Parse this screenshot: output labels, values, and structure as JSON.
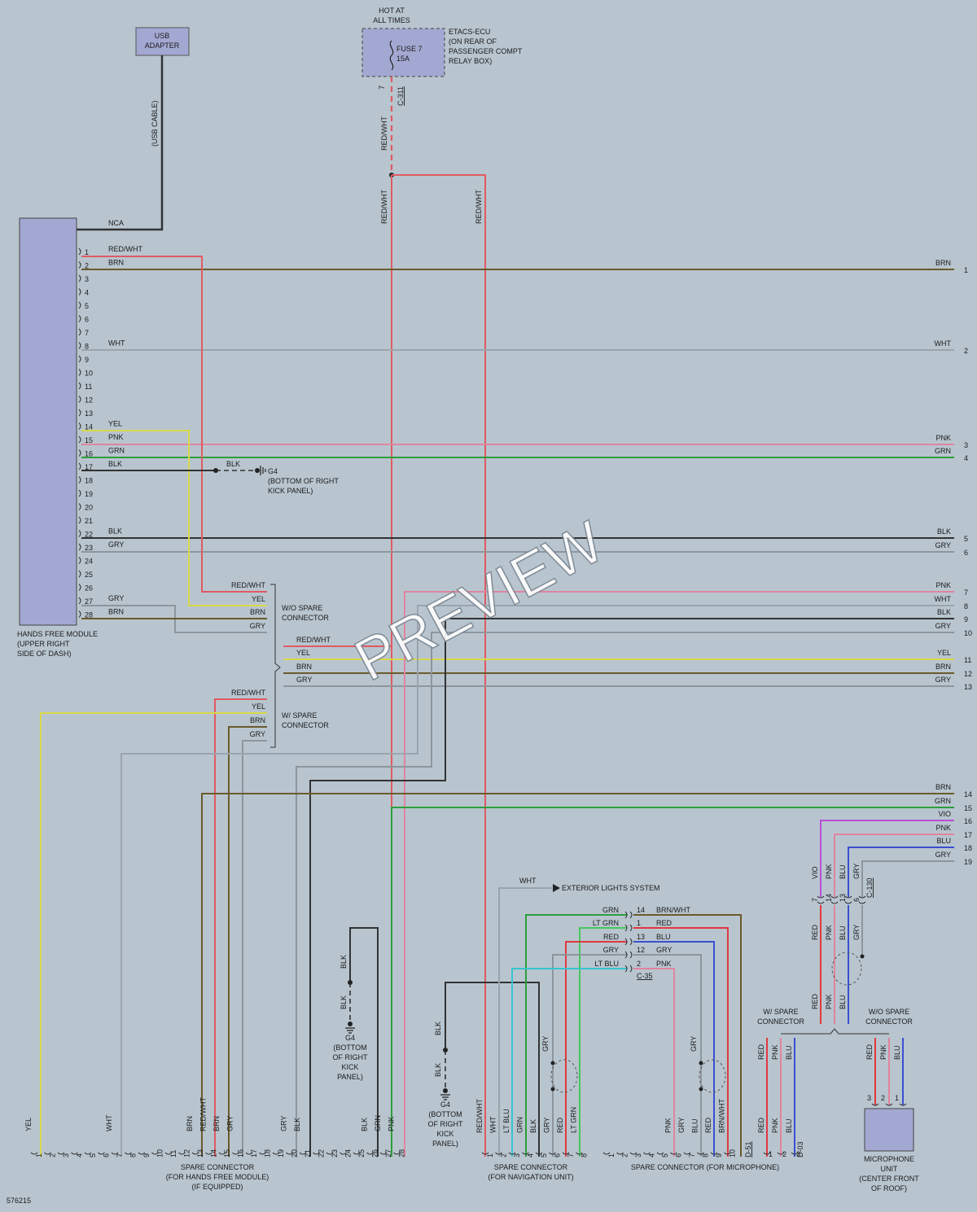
{
  "colors": {
    "background": "#b8c5cf",
    "module_fill": "#a3a8d2",
    "RED/WHT": "#e05a62",
    "BRN": "#6b5a2c",
    "WHT": "#9aa4ad",
    "YEL": "#d9d84a",
    "PNK": "#e0849e",
    "GRN": "#2e9e3c",
    "BLK": "#333333",
    "GRY": "#8e959c",
    "VIO": "#b84fd6",
    "BLU": "#3a4fd0",
    "LT GRN": "#45c85a",
    "LT BLU": "#36c4cf",
    "RED": "#e0383e"
  },
  "top": {
    "usb_adapter": [
      "USB",
      "ADAPTER"
    ],
    "usb_cable": "(USB CABLE)",
    "nca": "NCA",
    "hot_at": [
      "HOT AT",
      "ALL TIMES"
    ],
    "fuse": [
      "FUSE 7",
      "15A"
    ],
    "etacs": [
      "ETACS-ECU",
      "(ON REAR OF",
      "PASSENGER COMPT",
      "RELAY BOX)"
    ],
    "c311_pin": "7",
    "c311": "C-311",
    "redwht": "RED/WHT"
  },
  "module": {
    "title": [
      "HANDS FREE MODULE",
      "(UPPER RIGHT",
      "SIDE OF DASH)"
    ],
    "pins": [
      "1",
      "2",
      "3",
      "4",
      "5",
      "6",
      "7",
      "8",
      "9",
      "10",
      "11",
      "12",
      "13",
      "14",
      "15",
      "16",
      "17",
      "18",
      "19",
      "20",
      "21",
      "22",
      "23",
      "24",
      "25",
      "26",
      "27",
      "28"
    ],
    "wire_labels": [
      {
        "pin": "1",
        "color": "RED/WHT"
      },
      {
        "pin": "2",
        "color": "BRN"
      },
      {
        "pin": "8",
        "color": "WHT"
      },
      {
        "pin": "14",
        "color": "YEL"
      },
      {
        "pin": "15",
        "color": "PNK"
      },
      {
        "pin": "16",
        "color": "GRN"
      },
      {
        "pin": "17",
        "color": "BLK"
      },
      {
        "pin": "22",
        "color": "BLK"
      },
      {
        "pin": "23",
        "color": "GRY"
      },
      {
        "pin": "27",
        "color": "GRY"
      },
      {
        "pin": "28",
        "color": "BRN"
      }
    ]
  },
  "ground_top": {
    "wire": "BLK",
    "name": "G4",
    "desc": [
      "(BOTTOM OF RIGHT",
      "KICK PANEL)"
    ]
  },
  "wo_spare_group": {
    "wires": [
      "RED/WHT",
      "YEL",
      "BRN",
      "GRY"
    ],
    "label": [
      "W/O SPARE",
      "CONNECTOR"
    ]
  },
  "w_spare_group": {
    "wires": [
      "RED/WHT",
      "YEL",
      "BRN",
      "GRY"
    ],
    "label": [
      "W/ SPARE",
      "CONNECTOR"
    ]
  },
  "mid_wires": [
    "RED/WHT",
    "YEL",
    "BRN",
    "GRY"
  ],
  "right_edge": [
    {
      "num": "1",
      "color": "BRN"
    },
    {
      "num": "2",
      "color": "WHT"
    },
    {
      "num": "3",
      "color": "PNK"
    },
    {
      "num": "4",
      "color": "GRN"
    },
    {
      "num": "5",
      "color": "BLK"
    },
    {
      "num": "6",
      "color": "GRY"
    },
    {
      "num": "7",
      "color": "PNK"
    },
    {
      "num": "8",
      "color": "WHT"
    },
    {
      "num": "9",
      "color": "BLK"
    },
    {
      "num": "10",
      "color": "GRY"
    },
    {
      "num": "11",
      "color": "YEL"
    },
    {
      "num": "12",
      "color": "BRN"
    },
    {
      "num": "13",
      "color": "GRY"
    },
    {
      "num": "14",
      "color": "BRN"
    },
    {
      "num": "15",
      "color": "GRN"
    },
    {
      "num": "16",
      "color": "VIO"
    },
    {
      "num": "17",
      "color": "PNK"
    },
    {
      "num": "18",
      "color": "BLU"
    },
    {
      "num": "19",
      "color": "GRY"
    }
  ],
  "exterior_lights": {
    "wire": "WHT",
    "label": "EXTERIOR LIGHTS SYSTEM"
  },
  "c35": {
    "name": "C-35",
    "rows": [
      {
        "left": "GRN",
        "pin": "14",
        "right": "BRN/WHT"
      },
      {
        "left": "LT GRN",
        "pin": "1",
        "right": "RED"
      },
      {
        "left": "RED",
        "pin": "13",
        "right": "BLU"
      },
      {
        "left": "GRY",
        "pin": "12",
        "right": "GRY"
      },
      {
        "left": "LT BLU",
        "pin": "2",
        "right": "PNK"
      }
    ]
  },
  "c130": {
    "name": "C-130",
    "cols": [
      {
        "top": "VIO",
        "pin": "7",
        "bottom": "RED"
      },
      {
        "top": "PNK",
        "pin": "14",
        "bottom": "PNK"
      },
      {
        "top": "BLU",
        "pin": "13",
        "bottom": "BLU"
      },
      {
        "top": "GRY",
        "pin": "6",
        "bottom": "GRY"
      }
    ],
    "lower": [
      "RED",
      "PNK",
      "BLU"
    ]
  },
  "mic_branch": {
    "w_spare": [
      "W/ SPARE",
      "CONNECTOR"
    ],
    "wo_spare": [
      "W/O SPARE",
      "CONNECTOR"
    ],
    "wires": [
      "RED",
      "PNK",
      "BLU"
    ],
    "pins": [
      "3",
      "2",
      "1"
    ]
  },
  "microphone": {
    "title": [
      "MICROPHONE",
      "UNIT",
      "(CENTER FRONT",
      "OF ROOF)"
    ]
  },
  "ground_mid": {
    "wire": "BLK",
    "name": "G4",
    "desc": [
      "(BOTTOM",
      "OF RIGHT",
      "KICK",
      "PANEL)"
    ]
  },
  "ground_nav": {
    "wire": "BLK",
    "name": "G4",
    "desc": [
      "(BOTTOM",
      "OF RIGHT",
      "KICK",
      "PANEL)"
    ]
  },
  "spare_hfm": {
    "title": [
      "SPARE CONNECTOR",
      "(FOR HANDS FREE MODULE)",
      "(IF EQUIPPED)"
    ],
    "pins": [
      "1",
      "2",
      "3",
      "4",
      "5",
      "6",
      "7",
      "8",
      "9",
      "10",
      "11",
      "12",
      "13",
      "14",
      "15",
      "16",
      "17",
      "18",
      "19",
      "20",
      "21",
      "22",
      "23",
      "24",
      "25",
      "26",
      "27",
      "28"
    ],
    "wire_labels": [
      {
        "pin": "1",
        "color": "YEL"
      },
      {
        "pin": "7",
        "color": "WHT"
      },
      {
        "pin": "13",
        "color": "BRN"
      },
      {
        "pin": "14",
        "color": "RED/WHT"
      },
      {
        "pin": "15",
        "color": "BRN"
      },
      {
        "pin": "16",
        "color": "GRY"
      },
      {
        "pin": "20",
        "color": "GRY"
      },
      {
        "pin": "21",
        "color": "BLK"
      },
      {
        "pin": "26",
        "color": "BLK"
      },
      {
        "pin": "27",
        "color": "GRN"
      },
      {
        "pin": "28",
        "color": "PNK"
      }
    ]
  },
  "spare_nav": {
    "title": [
      "SPARE CONNECTOR",
      "(FOR NAVIGATION UNIT)"
    ],
    "pins": [
      "1",
      "2",
      "3",
      "4",
      "5",
      "6",
      "7",
      "8"
    ],
    "wire_labels": [
      "RED/WHT",
      "WHT",
      "LT BLU",
      "GRN",
      "BLK",
      "GRY",
      "RED",
      "LT GRN"
    ],
    "side_gry": "GRY"
  },
  "spare_mic": {
    "title": "SPARE CONNECTOR (FOR MICROPHONE)",
    "pins": [
      "1",
      "2",
      "3",
      "4",
      "5",
      "6",
      "7",
      "8",
      "9",
      "10"
    ],
    "wire_labels": [
      {
        "pin": "6",
        "color": "PNK"
      },
      {
        "pin": "7",
        "color": "GRY"
      },
      {
        "pin": "8",
        "color": "BLU"
      },
      {
        "pin": "9",
        "color": "RED"
      },
      {
        "pin": "10",
        "color": "BRN/WHT"
      }
    ],
    "name": "D-51",
    "side_gry": "GRY"
  },
  "d03": {
    "name": "D-03",
    "pins": [
      "1",
      "2",
      "3"
    ],
    "wires": [
      "RED",
      "PNK",
      "BLU"
    ]
  },
  "watermark": "PREVIEW",
  "figure_id": "576215"
}
